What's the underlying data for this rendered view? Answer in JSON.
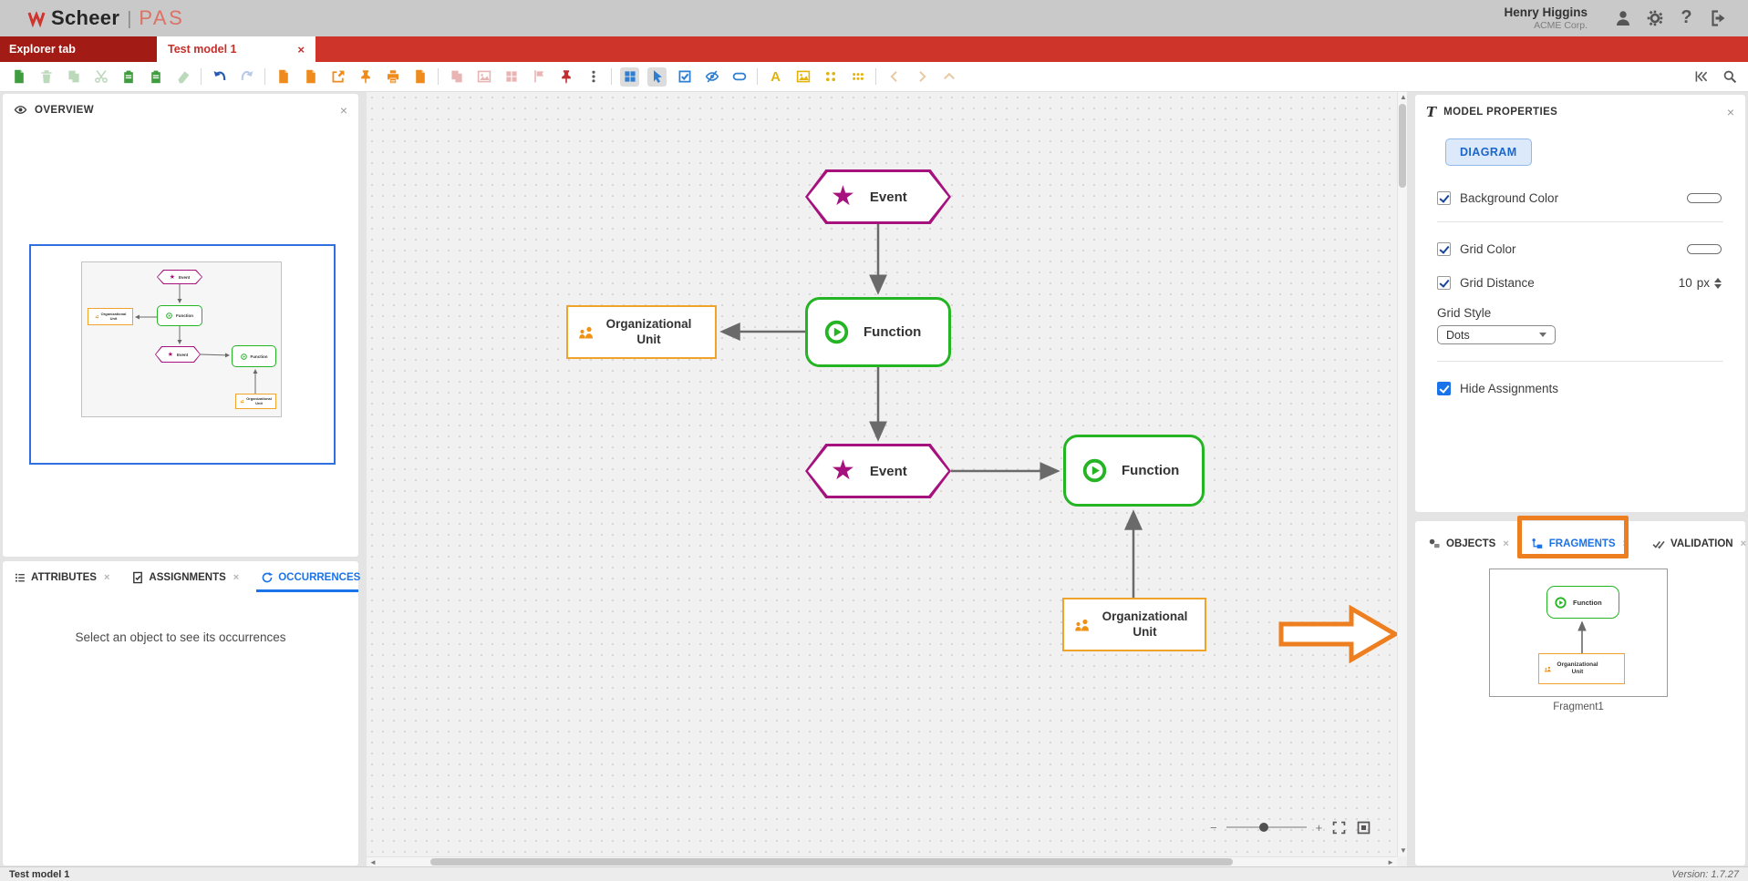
{
  "colors": {
    "brand_red": "#cf342b",
    "brand_dark_red": "#a31b15",
    "header_gray": "#c9c9c9",
    "event_magenta": "#a6127d",
    "function_green": "#24b424",
    "orgunit_orange": "#f0a32a",
    "accent_blue": "#1a73e8",
    "annotation_orange": "#ee7f20",
    "connector_gray": "#6a6a6a",
    "toolbar_green": "#3f9c3f",
    "toolbar_orange": "#ef8a1c",
    "toolbar_blue": "#2e7fd2",
    "toolbar_yellow": "#e3b30c"
  },
  "header": {
    "logo_primary": "Scheer",
    "logo_separator": "|",
    "logo_secondary": "PAS",
    "user_name": "Henry Higgins",
    "user_org": "ACME Corp.",
    "help_label": "?"
  },
  "model_tabs": {
    "explorer": "Explorer tab",
    "model": "Test model 1",
    "close": "×"
  },
  "toolbar": {
    "icons": [
      "new-model",
      "delete",
      "duplicate",
      "cut",
      "paste",
      "paste-special",
      "eraser",
      "undo",
      "redo",
      "export-file",
      "import-file",
      "open-external",
      "pin-model",
      "print",
      "report-file",
      "disabled-copy",
      "disabled-image",
      "disabled-grid",
      "disabled-flag",
      "pin-red",
      "more-vertical",
      "toggle-grid",
      "select-mode",
      "multi-select",
      "hide-elements",
      "connection-mode",
      "text-style",
      "insert-image",
      "align-dots",
      "layout-dots",
      "nav-back",
      "nav-forward",
      "collapse-toolbar",
      "collapse-panel",
      "search"
    ]
  },
  "overview": {
    "title": "OVERVIEW",
    "close": "×"
  },
  "left_tabs": {
    "attributes": "ATTRIBUTES",
    "assignments": "ASSIGNMENTS",
    "occurrences": "OCCURRENCES",
    "close": "×",
    "empty_message": "Select an object to see its occurrences"
  },
  "canvas": {
    "nodes": [
      {
        "id": "event-1",
        "type": "event",
        "label": "Event"
      },
      {
        "id": "function-1",
        "type": "function",
        "label": "Function"
      },
      {
        "id": "orgunit-1",
        "type": "org-unit",
        "label": "Organizational Unit"
      },
      {
        "id": "event-2",
        "type": "event",
        "label": "Event"
      },
      {
        "id": "function-2",
        "type": "function",
        "label": "Function"
      },
      {
        "id": "orgunit-2",
        "type": "org-unit",
        "label": "Organizational Unit"
      }
    ]
  },
  "properties": {
    "title": "MODEL PROPERTIES",
    "close": "×",
    "diagram_button": "DIAGRAM",
    "background_color": {
      "label": "Background Color",
      "checked": true
    },
    "grid_color": {
      "label": "Grid Color",
      "checked": true
    },
    "grid_distance": {
      "label": "Grid Distance",
      "checked": true,
      "value": "10",
      "unit": "px"
    },
    "grid_style": {
      "label": "Grid Style",
      "value": "Dots"
    },
    "hide_assignments": {
      "label": "Hide Assignments",
      "checked": true
    }
  },
  "bottom_right": {
    "objects_tab": "OBJECTS",
    "fragments_tab": "FRAGMENTS",
    "validation_tab": "VALIDATION",
    "close": "×",
    "fragment": {
      "caption": "Fragment1",
      "function_label": "Function",
      "orgunit_label": "Organizational Unit"
    }
  },
  "zoom_control": {
    "minus": "−",
    "plus": "+"
  },
  "statusbar": {
    "model_name": "Test model 1",
    "version": "Version: 1.7.27"
  }
}
